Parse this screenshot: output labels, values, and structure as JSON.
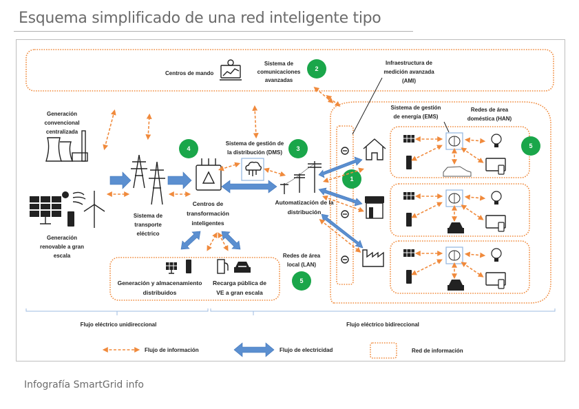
{
  "header": {
    "title": "Esquema simplificado de una red inteligente tipo"
  },
  "footer": {
    "caption": "Infografía SmartGrid info"
  },
  "colors": {
    "info_arrow": "#f08a3c",
    "electric_arrow": "#5b8fd0",
    "badge": "#1aa64a",
    "bracket": "#9dbbe0"
  },
  "top_band": {
    "control_centers": "Centros de mando",
    "communications": [
      "Sistema de",
      "comunicaciones",
      "avanzadas"
    ],
    "badge": "2"
  },
  "ami": {
    "label": [
      "Infraestructura de",
      "medición avanzada",
      "(AMI)"
    ],
    "badge": "1"
  },
  "generation": {
    "conventional": [
      "Generación",
      "convencional",
      "centralizada"
    ],
    "renewable": [
      "Generación",
      "renovable a gran",
      "escala"
    ]
  },
  "transport": {
    "label": [
      "Sistema de",
      "transporte",
      "eléctrico"
    ]
  },
  "transformation": {
    "label": [
      "Centros de",
      "transformación",
      "inteligentes"
    ],
    "badge": "4"
  },
  "dms": {
    "label": [
      "Sistema de gestión de",
      "la distribución (DMS)"
    ],
    "badge": "3"
  },
  "distribution": {
    "label": [
      "Automatización de la",
      "distribución"
    ]
  },
  "lan": {
    "label": [
      "Redes de área",
      "local (LAN)"
    ],
    "badge": "5",
    "distributed": [
      "Generación y almacenamiento",
      "distribuidos"
    ],
    "ev_charging": [
      "Recarga pública de",
      "VE a gran escala"
    ]
  },
  "han": {
    "ems_label": [
      "Sistema de gestión",
      "de energía (EMS)"
    ],
    "han_label": [
      "Redes de área",
      "doméstica (HAN)"
    ],
    "badge": "5",
    "consumers": [
      "house",
      "shop",
      "factory"
    ]
  },
  "flow": {
    "unidirectional": "Flujo eléctrico unidireccional",
    "bidirectional": "Flujo eléctrico bidireccional"
  },
  "legend": {
    "info_flow": "Flujo de información",
    "electric_flow": "Flujo de electricidad",
    "info_network": "Red de información"
  }
}
